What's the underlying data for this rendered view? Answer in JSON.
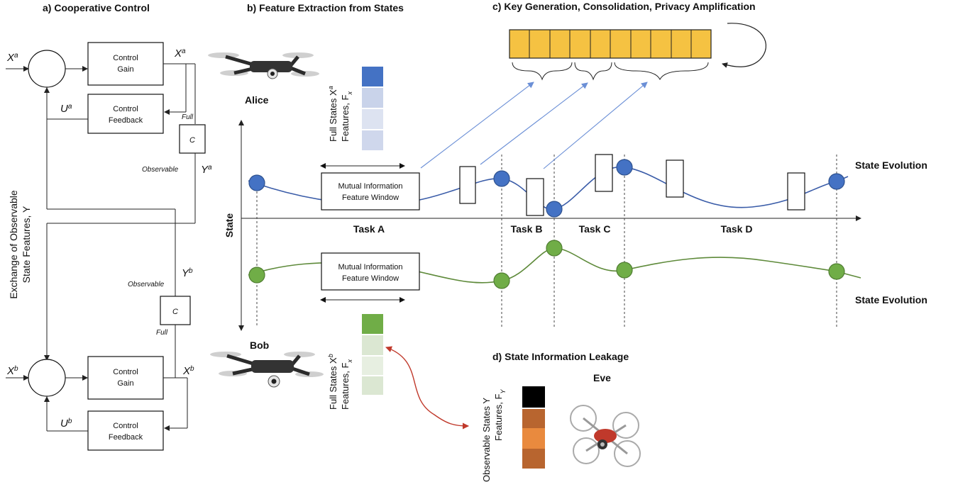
{
  "panels": {
    "a": "a) Cooperative Control",
    "b": "b) Feature Extraction from States",
    "c": "c) Key Generation, Consolidation, Privacy Amplification",
    "d": "d) State Information Leakage"
  },
  "control": {
    "xa": "X",
    "xa_sup": "a",
    "xb": "X",
    "xb_sup": "b",
    "ua": "U",
    "ua_sup": "a",
    "ub": "U",
    "ub_sup": "b",
    "ya": "Y",
    "ya_sup": "a",
    "yb": "Y",
    "yb_sup": "b",
    "gain_line1": "Control",
    "gain_line2": "Gain",
    "feedback_line1": "Control",
    "feedback_line2": "Feedback",
    "c_block": "C",
    "full": "Full",
    "observable": "Observable",
    "exchange_line1": "Exchange of Observable",
    "exchange_line2": "State Features, Y"
  },
  "agents": {
    "alice": "Alice",
    "bob": "Bob",
    "eve": "Eve"
  },
  "features": {
    "alice_line1": "Full States X",
    "alice_sup": "a",
    "alice_line2": "Features, F",
    "alice_sub": "x",
    "bob_line1": "Full States X",
    "bob_sup": "b",
    "bob_line2": "Features, F",
    "bob_sub": "x",
    "eve_line1": "Observable States Y",
    "eve_line2": "Features, F",
    "eve_sub": "Y"
  },
  "plot": {
    "axis_label": "State",
    "tasks": [
      "Task A",
      "Task B",
      "Task C",
      "Task D"
    ],
    "window_line1": "Mutual Information",
    "window_line2": "Feature Window",
    "evolution": "State Evolution"
  },
  "colors": {
    "alice": "#4472c4",
    "bob": "#70ad47",
    "key": "#f5c242",
    "eve_dark": "#000000",
    "eve_orange": "#c0693a",
    "leak_arrow": "#c0392b"
  }
}
